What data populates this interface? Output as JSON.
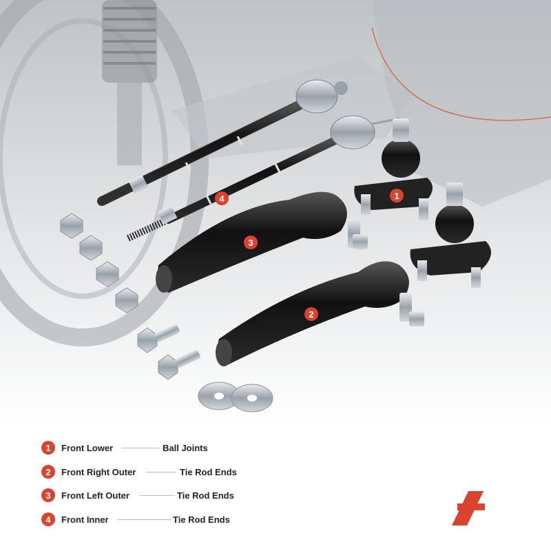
{
  "colors": {
    "accent": "#d9432f",
    "part": "#1a1a1a",
    "metal": "#b8bec4",
    "background": "#ffffff"
  },
  "callouts": [
    {
      "number": "1"
    },
    {
      "number": "2"
    },
    {
      "number": "3"
    },
    {
      "number": "4"
    }
  ],
  "legend": [
    {
      "number": "1",
      "position": "Front Lower",
      "part": "Ball Joints"
    },
    {
      "number": "2",
      "position": "Front Right Outer",
      "part": "Tie Rod Ends"
    },
    {
      "number": "3",
      "position": "Front Left Outer",
      "part": "Tie Rod Ends"
    },
    {
      "number": "4",
      "position": "Front Inner",
      "part": "Tie Rod Ends"
    }
  ],
  "logo": {
    "icon": "brand-logo-icon"
  }
}
